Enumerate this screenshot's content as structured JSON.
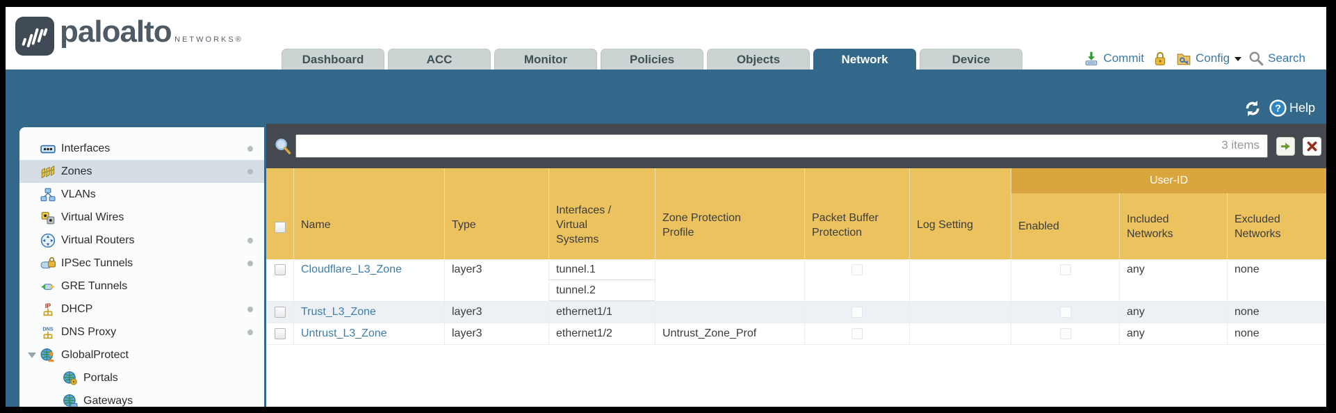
{
  "brand": {
    "logo_text": "paloalto",
    "logo_sub": "NETWORKS®",
    "logo_icon": "paloalto-logo-icon"
  },
  "nav": {
    "tabs": [
      {
        "label": "Dashboard",
        "active": false
      },
      {
        "label": "ACC",
        "active": false
      },
      {
        "label": "Monitor",
        "active": false
      },
      {
        "label": "Policies",
        "active": false
      },
      {
        "label": "Objects",
        "active": false
      },
      {
        "label": "Network",
        "active": true
      },
      {
        "label": "Device",
        "active": false
      }
    ],
    "utilities": {
      "commit_label": "Commit",
      "config_label": "Config",
      "search_label": "Search",
      "commit_icon": "commit-icon",
      "lock_icon": "lock-icon",
      "config_icon": "config-icon",
      "search_icon": "search-icon"
    }
  },
  "banner": {
    "help_label": "Help",
    "help_icon": "help-icon",
    "refresh_icon": "refresh-icon"
  },
  "sidebar": {
    "items": [
      {
        "label": "Interfaces",
        "icon": "interfaces-icon",
        "dot": true,
        "selected": false,
        "expandable": false,
        "indent": false
      },
      {
        "label": "Zones",
        "icon": "zones-icon",
        "dot": true,
        "selected": true,
        "expandable": false,
        "indent": false
      },
      {
        "label": "VLANs",
        "icon": "vlans-icon",
        "dot": false,
        "selected": false,
        "expandable": false,
        "indent": false
      },
      {
        "label": "Virtual Wires",
        "icon": "virtual-wires-icon",
        "dot": false,
        "selected": false,
        "expandable": false,
        "indent": false
      },
      {
        "label": "Virtual Routers",
        "icon": "virtual-routers-icon",
        "dot": true,
        "selected": false,
        "expandable": false,
        "indent": false
      },
      {
        "label": "IPSec Tunnels",
        "icon": "ipsec-tunnels-icon",
        "dot": true,
        "selected": false,
        "expandable": false,
        "indent": false
      },
      {
        "label": "GRE Tunnels",
        "icon": "gre-tunnels-icon",
        "dot": false,
        "selected": false,
        "expandable": false,
        "indent": false
      },
      {
        "label": "DHCP",
        "icon": "dhcp-icon",
        "dot": true,
        "selected": false,
        "expandable": false,
        "indent": false
      },
      {
        "label": "DNS Proxy",
        "icon": "dns-proxy-icon",
        "dot": true,
        "selected": false,
        "expandable": false,
        "indent": false
      },
      {
        "label": "GlobalProtect",
        "icon": "globalprotect-icon",
        "dot": false,
        "selected": false,
        "expandable": true,
        "indent": false
      },
      {
        "label": "Portals",
        "icon": "portals-icon",
        "dot": false,
        "selected": false,
        "expandable": false,
        "indent": true
      },
      {
        "label": "Gateways",
        "icon": "gateways-icon",
        "dot": false,
        "selected": false,
        "expandable": false,
        "indent": true
      }
    ]
  },
  "toolbar": {
    "items_count": "3 items",
    "search_value": "",
    "filter_icon": "search-filter-icon",
    "apply_icon": "apply-arrow-icon",
    "clear_icon": "clear-x-icon"
  },
  "table": {
    "group_header": "User-ID",
    "columns": [
      "Name",
      "Type",
      "Interfaces / Virtual Systems",
      "Zone Protection Profile",
      "Packet Buffer Protection",
      "Log Setting",
      "Enabled",
      "Included Networks",
      "Excluded Networks"
    ],
    "rows": [
      {
        "name": "Cloudflare_L3_Zone",
        "type": "layer3",
        "interfaces": [
          "tunnel.1",
          "tunnel.2"
        ],
        "zone_protection_profile": "",
        "packet_buffer_protection_checked": false,
        "log_setting": "",
        "enabled_checked": false,
        "included_networks": "any",
        "excluded_networks": "none"
      },
      {
        "name": "Trust_L3_Zone",
        "type": "layer3",
        "interfaces": [
          "ethernet1/1"
        ],
        "zone_protection_profile": "",
        "packet_buffer_protection_checked": false,
        "log_setting": "",
        "enabled_checked": false,
        "included_networks": "any",
        "excluded_networks": "none"
      },
      {
        "name": "Untrust_L3_Zone",
        "type": "layer3",
        "interfaces": [
          "ethernet1/2"
        ],
        "zone_protection_profile": "Untrust_Zone_Prof",
        "packet_buffer_protection_checked": false,
        "log_setting": "",
        "enabled_checked": false,
        "included_networks": "any",
        "excluded_networks": "none"
      }
    ]
  },
  "colors": {
    "teal": "#34688a",
    "header_amber": "#ecc25f",
    "group_band_amber": "#d9a53e",
    "toolbar_dark": "#43494e",
    "link_blue": "#3e7ca8"
  }
}
